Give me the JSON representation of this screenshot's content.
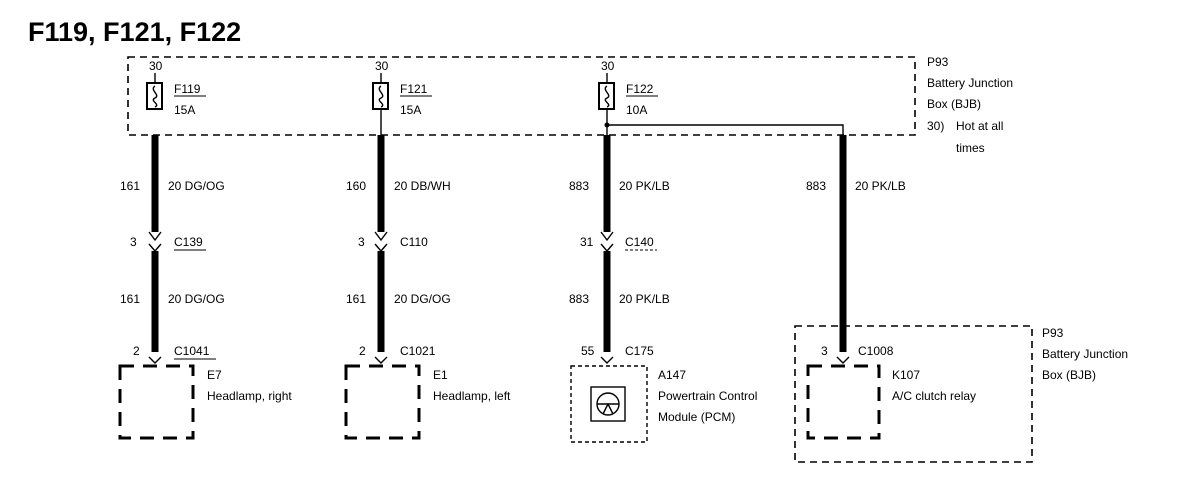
{
  "title": "F119, F121, F122",
  "bjb": {
    "id": "P93",
    "name_line1": "Battery Junction",
    "name_line2": "Box (BJB)",
    "note_num": "30)",
    "note_line1": "Hot at all",
    "note_line2": "times"
  },
  "fuses": [
    {
      "pin": "30",
      "name": "F119",
      "rating": "15A"
    },
    {
      "pin": "30",
      "name": "F121",
      "rating": "15A"
    },
    {
      "pin": "30",
      "name": "F122",
      "rating": "10A"
    }
  ],
  "circuits": [
    {
      "upper_circuit": "161",
      "upper_wire": "20 DG/OG",
      "mid_pin": "3",
      "mid_connector": "C139",
      "lower_circuit": "161",
      "lower_wire": "20 DG/OG",
      "bottom_pin": "2",
      "bottom_connector": "C1041",
      "comp_id": "E7",
      "comp_name": "Headlamp, right"
    },
    {
      "upper_circuit": "160",
      "upper_wire": "20 DB/WH",
      "mid_pin": "3",
      "mid_connector": "C110",
      "lower_circuit": "161",
      "lower_wire": "20 DG/OG",
      "bottom_pin": "2",
      "bottom_connector": "C1021",
      "comp_id": "E1",
      "comp_name": "Headlamp, left"
    },
    {
      "upper_circuit": "883",
      "upper_wire": "20 PK/LB",
      "mid_pin": "31",
      "mid_connector": "C140",
      "lower_circuit": "883",
      "lower_wire": "20 PK/LB",
      "bottom_pin": "55",
      "bottom_connector": "C175",
      "comp_id": "A147",
      "comp_name_line1": "Powertrain Control",
      "comp_name_line2": "Module (PCM)"
    }
  ],
  "branch": {
    "circuit": "883",
    "wire": "20 PK/LB",
    "pin": "3",
    "connector": "C1008",
    "comp_id": "K107",
    "comp_name": "A/C clutch relay",
    "box_id": "P93",
    "box_name_line1": "Battery Junction",
    "box_name_line2": "Box (BJB)"
  }
}
